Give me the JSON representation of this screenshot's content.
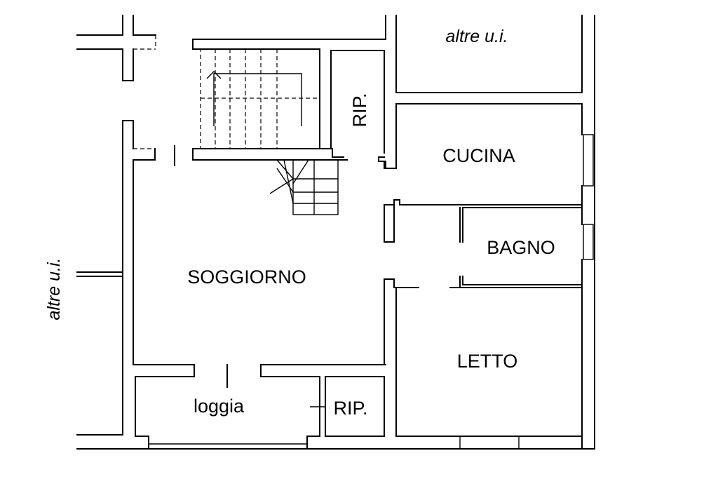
{
  "rooms": {
    "soggiorno": "SOGGIORNO",
    "cucina": "CUCINA",
    "bagno": "BAGNO",
    "letto": "LETTO",
    "loggia": "loggia",
    "rip_top": "RIP.",
    "rip_bottom": "RIP."
  },
  "neighbors": {
    "top": "altre u.i.",
    "left": "altre u.i."
  }
}
